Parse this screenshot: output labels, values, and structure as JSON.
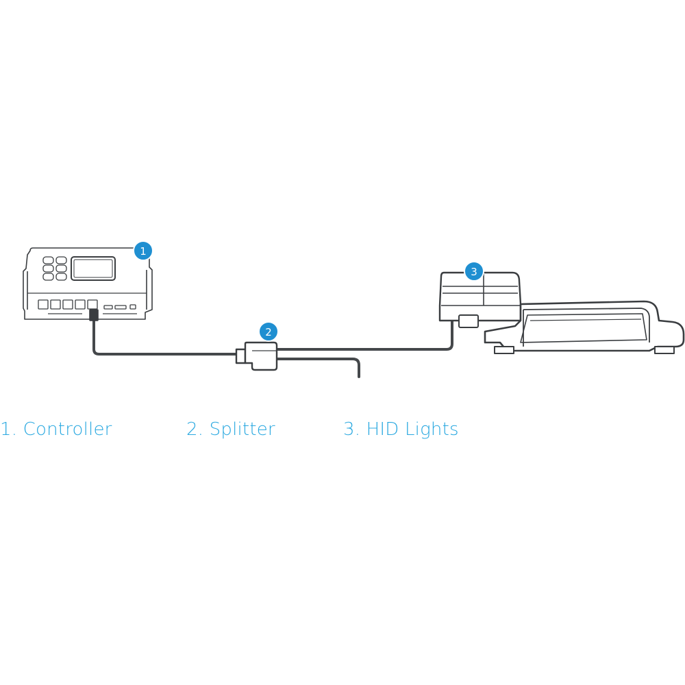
{
  "badges": [
    {
      "number": "1"
    },
    {
      "number": "2"
    },
    {
      "number": "3"
    }
  ],
  "legend": [
    {
      "label": "1. Controller"
    },
    {
      "label": "2. Splitter"
    },
    {
      "label": "3. HID Lights"
    }
  ],
  "colors": {
    "accent": "#29a8e0",
    "badge": "#1f8fd1",
    "line": "#3a3d40",
    "cable": "#45484b"
  }
}
